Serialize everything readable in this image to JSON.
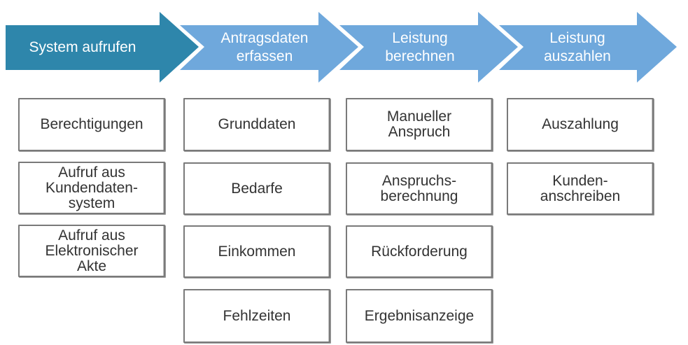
{
  "steps": [
    {
      "label": "System aufrufen",
      "color": "#2e86ab"
    },
    {
      "label": "Antragsdaten\nerfassen",
      "color": "#6fa8dc"
    },
    {
      "label": "Leistung\nberechnen",
      "color": "#6fa8dc"
    },
    {
      "label": "Leistung\nauszahlen",
      "color": "#6fa8dc"
    }
  ],
  "columns": [
    {
      "cards": [
        "Berechtigungen",
        "Aufruf aus\nKundendaten-\nsystem",
        "Aufruf aus\nElektronischer\nAkte"
      ]
    },
    {
      "cards": [
        "Grunddaten",
        "Bedarfe",
        "Einkommen",
        "Fehlzeiten"
      ]
    },
    {
      "cards": [
        "Manueller\nAnspruch",
        "Anspruchs-\nberechnung",
        "Rückforderung",
        "Ergebnisanzeige"
      ]
    },
    {
      "cards": [
        "Auszahlung",
        "Kunden-\nanschreiben"
      ]
    }
  ],
  "colors": {
    "card_border": "#7a7a7a",
    "text": "#333333"
  }
}
